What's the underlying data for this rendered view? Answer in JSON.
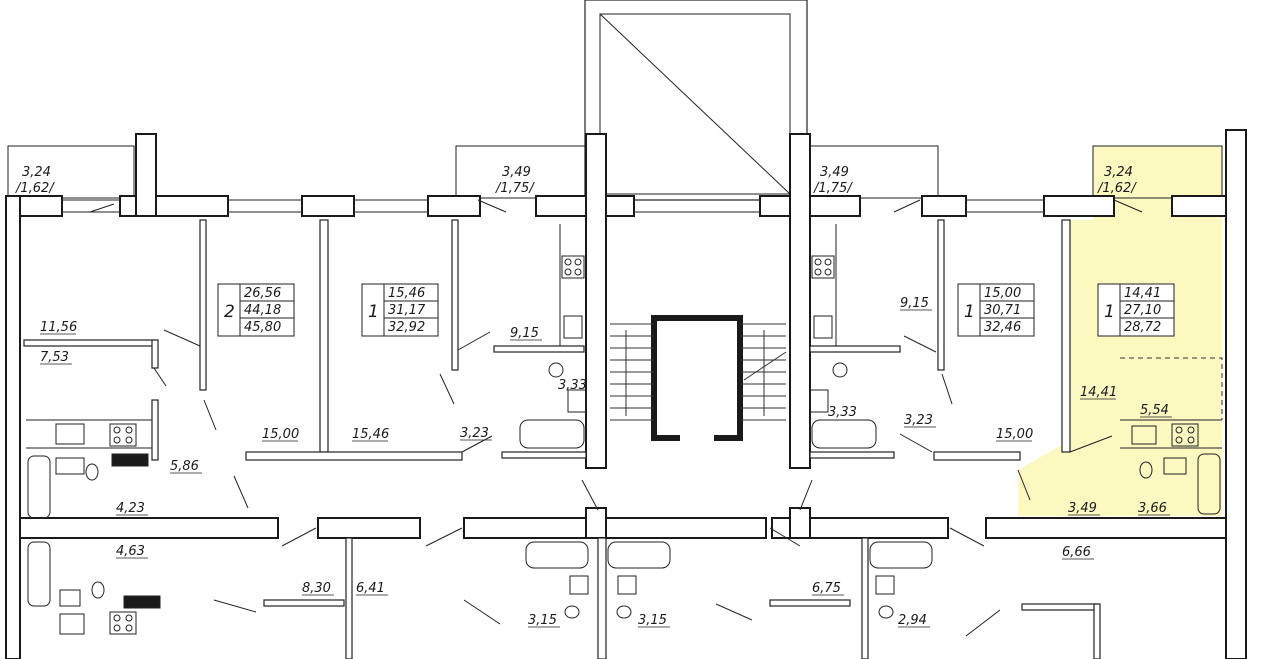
{
  "plan": {
    "highlight_color": "#fbf8c0",
    "wall_color": "#1a1a1a",
    "units": [
      {
        "rooms": "2",
        "v1": "26,56",
        "v2": "44,18",
        "v3": "45,80"
      },
      {
        "rooms": "1",
        "v1": "15,46",
        "v2": "31,17",
        "v3": "32,92"
      },
      {
        "rooms": "1",
        "v1": "15,00",
        "v2": "30,71",
        "v3": "32,46"
      },
      {
        "rooms": "1",
        "v1": "14,41",
        "v2": "27,10",
        "v3": "28,72"
      }
    ],
    "labels": {
      "balc_a": "3,24",
      "balc_a2": "/1,62/",
      "balc_b": "3,49",
      "balc_b2": "/1,75/",
      "balc_c": "3,49",
      "balc_c2": "/1,75/",
      "balc_d": "3,24",
      "balc_d2": "/1,62/",
      "r_11_56": "11,56",
      "r_7_53": "7,53",
      "r_15_00a": "15,00",
      "r_15_46": "15,46",
      "r_9_15a": "9,15",
      "r_3_33a": "3,33",
      "r_3_23a": "3,23",
      "r_5_86": "5,86",
      "r_4_23": "4,23",
      "r_4_63": "4,63",
      "r_8_30": "8,30",
      "r_6_41": "6,41",
      "r_3_15a": "3,15",
      "r_3_15b": "3,15",
      "r_9_15b": "9,15",
      "r_3_33b": "3,33",
      "r_3_23b": "3,23",
      "r_15_00b": "15,00",
      "r_6_75": "6,75",
      "r_2_94": "2,94",
      "r_14_41": "14,41",
      "r_5_54": "5,54",
      "r_3_49": "3,49",
      "r_3_66": "3,66",
      "r_6_66": "6,66"
    }
  }
}
